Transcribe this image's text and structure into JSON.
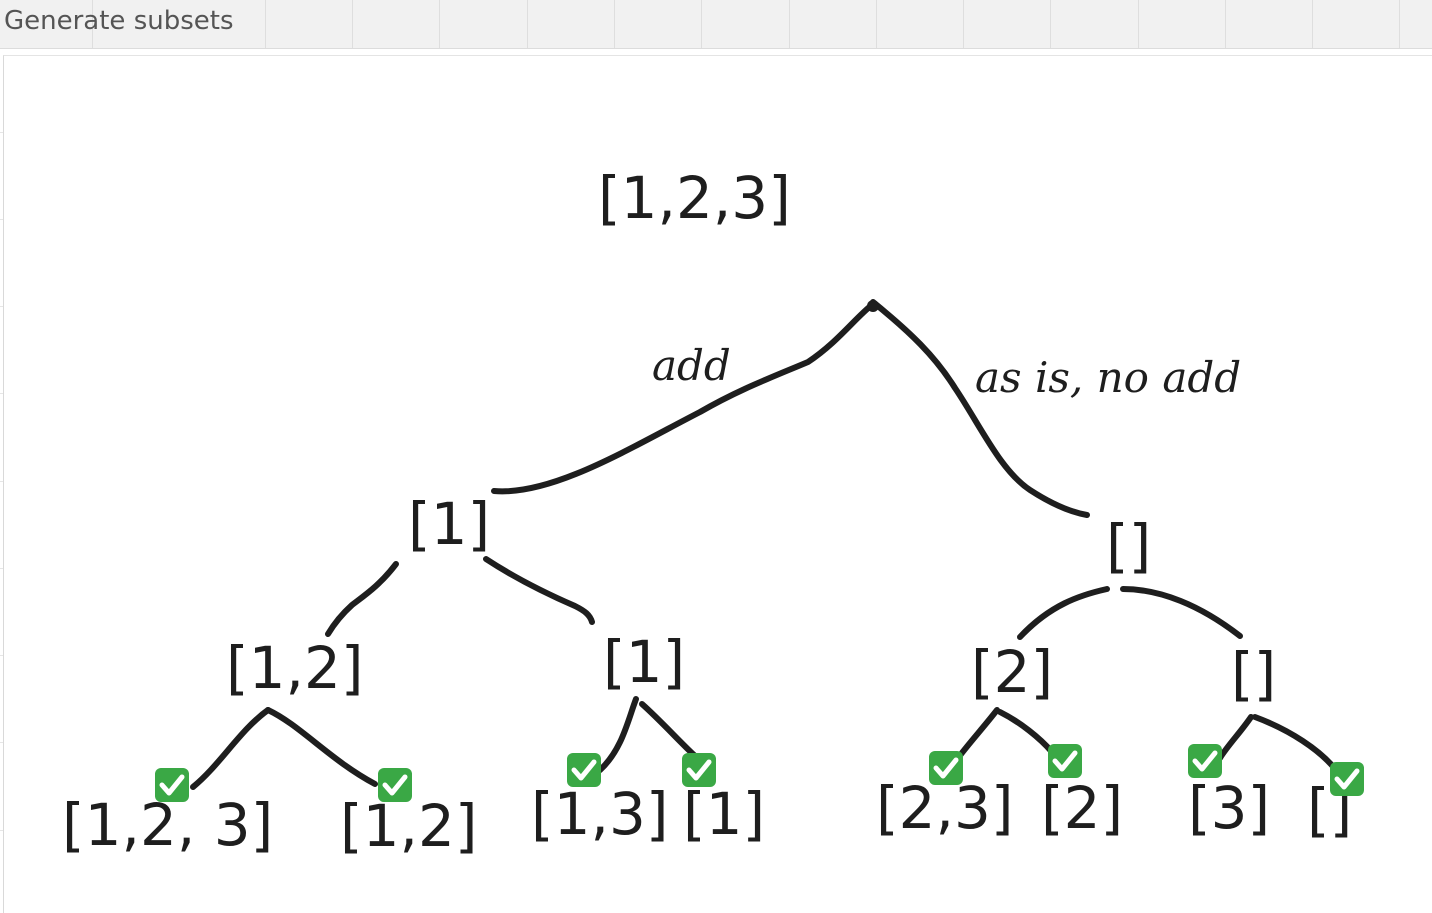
{
  "document": {
    "title": "Generate subsets"
  },
  "tree": {
    "root": "[1,2,3]",
    "branch_labels": {
      "add": "add",
      "no_add": "as is, no add"
    },
    "level1": {
      "left": "[1]",
      "right": "[]"
    },
    "level2": {
      "n1": "[1,2]",
      "n2": "[1]",
      "n3": "[2]",
      "n4": "[]"
    },
    "leaves": {
      "l1": "[1,2, 3]",
      "l2": "[1,2]",
      "l3": "[1,3]",
      "l4": "[1]",
      "l5": "[2,3]",
      "l6": "[2]",
      "l7": "[3]",
      "l8": "[]"
    }
  },
  "checkmark": {
    "icon": "check-mark-button-icon",
    "color": "#3aa845"
  },
  "colors": {
    "ink": "#1e1e1e",
    "toolbar": "#f1f1f1"
  }
}
